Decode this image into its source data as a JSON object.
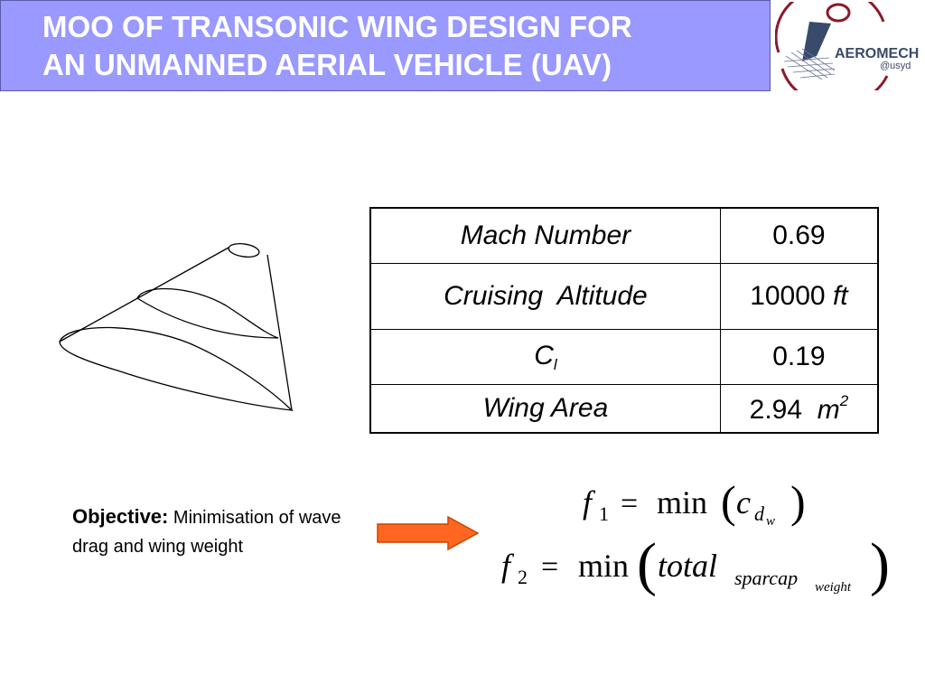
{
  "header": {
    "title_line1": "MOO OF TRANSONIC WING DESIGN FOR",
    "title_line2": "AN UNMANNED AERIAL VEHICLE (UAV)",
    "logo_name": "AEROMECH",
    "logo_sub": "@usyd"
  },
  "table": {
    "rows": [
      {
        "label": "Mach Number",
        "value": "0.69"
      },
      {
        "label": "Cruising  Altitude",
        "value_num": "10000",
        "value_unit": "ft"
      },
      {
        "label_main": "C",
        "label_sub": "l",
        "value": "0.19"
      },
      {
        "label": "Wing Area",
        "value_num": "2.94",
        "value_unit": "m",
        "value_exp": "2"
      }
    ]
  },
  "objective": {
    "heading": "Objective:",
    "text": " Minimisation of wave drag and wing weight"
  },
  "formulas": {
    "f1": {
      "fn": "f",
      "index": "1",
      "eq": "=",
      "op": "min",
      "var": "c",
      "sub": "d",
      "subsub": "w"
    },
    "f2": {
      "fn": "f",
      "index": "2",
      "eq": "=",
      "op": "min",
      "var": "total",
      "sub": "sparcap",
      "subsub": "weight"
    }
  },
  "colors": {
    "title_bg": "#9999ff",
    "title_text": "#ffffff",
    "arrow_fill": "#ff6622",
    "arrow_stroke": "#cc4400",
    "logo_accent": "#8b1a2b",
    "logo_dark": "#3a4a6a"
  }
}
